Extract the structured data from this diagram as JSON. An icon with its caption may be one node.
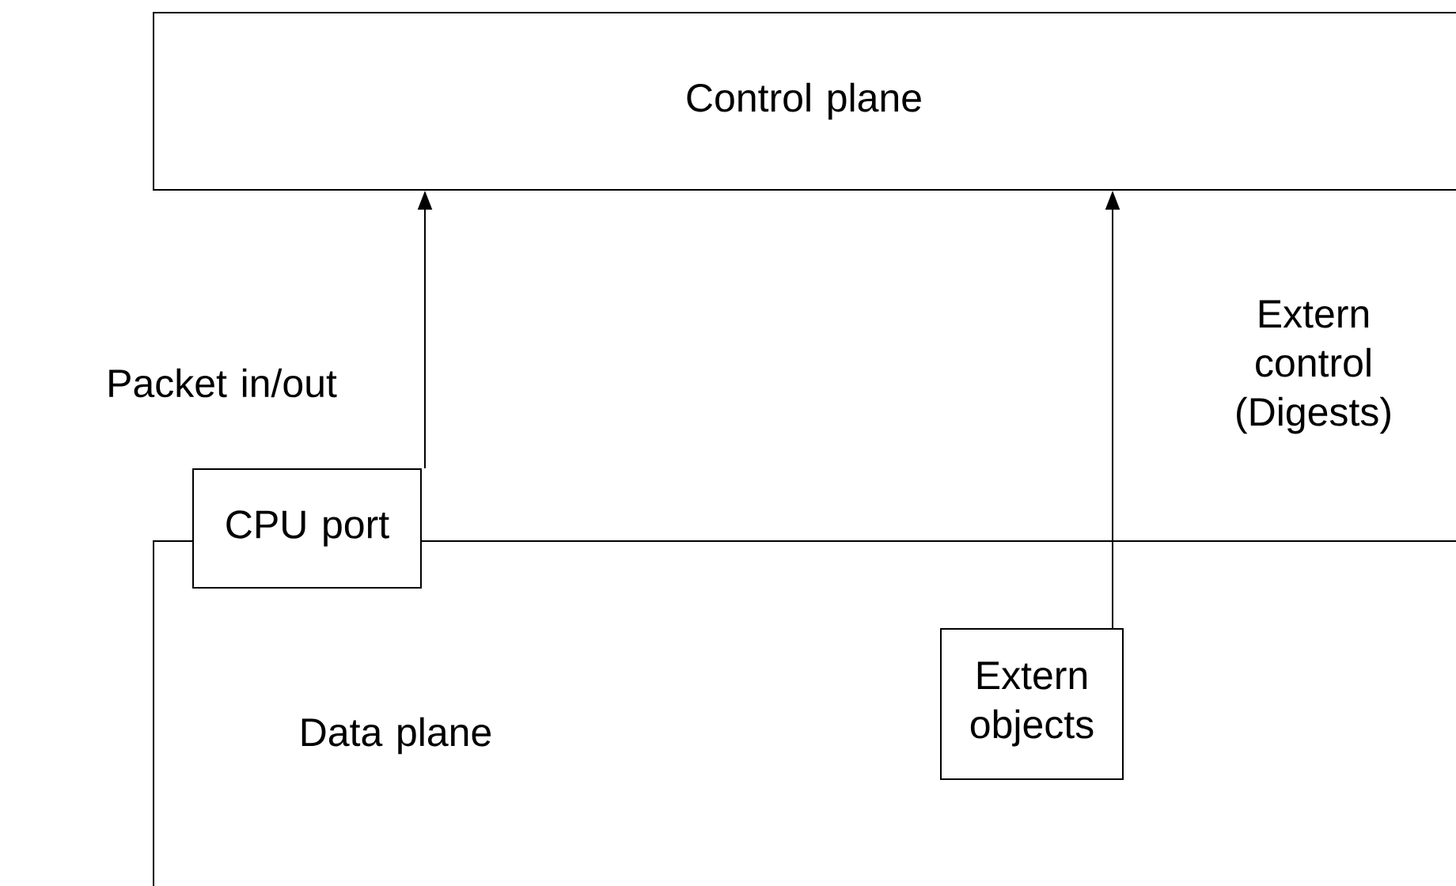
{
  "diagram": {
    "nodes": [
      {
        "text": [
          "Control plane"
        ]
      },
      {
        "text": [
          "Data plane"
        ]
      },
      {
        "text": [
          "CPU port"
        ]
      },
      {
        "text": [
          "Extern objects"
        ],
        "in": 1
      }
    ],
    "edges": [
      {
        "from": 2,
        "to": 0,
        "arrow": "to",
        "label": "Packet in/out"
      },
      {
        "from": 3,
        "to": 0,
        "arrow": "to",
        "label": "Extern control (Digests)"
      }
    ]
  }
}
